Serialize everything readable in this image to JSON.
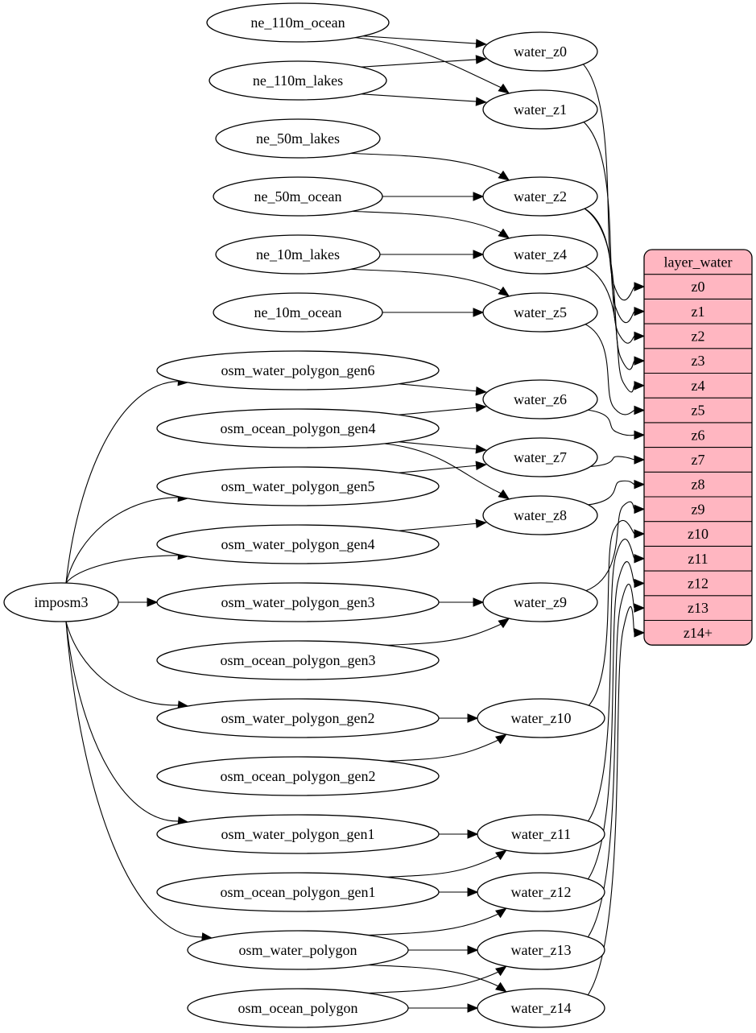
{
  "diagram": {
    "colors": {
      "stroke": "#000000",
      "node_fill": "#ffffff",
      "record_fill": "#ffb6c1"
    },
    "nodes": [
      {
        "id": "ne_110m_ocean",
        "label": "ne_110m_ocean"
      },
      {
        "id": "ne_110m_lakes",
        "label": "ne_110m_lakes"
      },
      {
        "id": "ne_50m_lakes",
        "label": "ne_50m_lakes"
      },
      {
        "id": "ne_50m_ocean",
        "label": "ne_50m_ocean"
      },
      {
        "id": "ne_10m_lakes",
        "label": "ne_10m_lakes"
      },
      {
        "id": "ne_10m_ocean",
        "label": "ne_10m_ocean"
      },
      {
        "id": "osm_water_polygon_gen6",
        "label": "osm_water_polygon_gen6"
      },
      {
        "id": "osm_ocean_polygon_gen4",
        "label": "osm_ocean_polygon_gen4"
      },
      {
        "id": "osm_water_polygon_gen5",
        "label": "osm_water_polygon_gen5"
      },
      {
        "id": "osm_water_polygon_gen4",
        "label": "osm_water_polygon_gen4"
      },
      {
        "id": "imposm3",
        "label": "imposm3"
      },
      {
        "id": "osm_water_polygon_gen3",
        "label": "osm_water_polygon_gen3"
      },
      {
        "id": "osm_ocean_polygon_gen3",
        "label": "osm_ocean_polygon_gen3"
      },
      {
        "id": "osm_water_polygon_gen2",
        "label": "osm_water_polygon_gen2"
      },
      {
        "id": "osm_ocean_polygon_gen2",
        "label": "osm_ocean_polygon_gen2"
      },
      {
        "id": "osm_water_polygon_gen1",
        "label": "osm_water_polygon_gen1"
      },
      {
        "id": "osm_ocean_polygon_gen1",
        "label": "osm_ocean_polygon_gen1"
      },
      {
        "id": "osm_water_polygon",
        "label": "osm_water_polygon"
      },
      {
        "id": "osm_ocean_polygon",
        "label": "osm_ocean_polygon"
      },
      {
        "id": "water_z0",
        "label": "water_z0"
      },
      {
        "id": "water_z1",
        "label": "water_z1"
      },
      {
        "id": "water_z2",
        "label": "water_z2"
      },
      {
        "id": "water_z4",
        "label": "water_z4"
      },
      {
        "id": "water_z5",
        "label": "water_z5"
      },
      {
        "id": "water_z6",
        "label": "water_z6"
      },
      {
        "id": "water_z7",
        "label": "water_z7"
      },
      {
        "id": "water_z8",
        "label": "water_z8"
      },
      {
        "id": "water_z9",
        "label": "water_z9"
      },
      {
        "id": "water_z10",
        "label": "water_z10"
      },
      {
        "id": "water_z11",
        "label": "water_z11"
      },
      {
        "id": "water_z12",
        "label": "water_z12"
      },
      {
        "id": "water_z13",
        "label": "water_z13"
      },
      {
        "id": "water_z14",
        "label": "water_z14"
      }
    ],
    "record": {
      "id": "layer_water",
      "title": "layer_water",
      "fields": [
        "z0",
        "z1",
        "z2",
        "z3",
        "z4",
        "z5",
        "z6",
        "z7",
        "z8",
        "z9",
        "z10",
        "z11",
        "z12",
        "z13",
        "z14+"
      ]
    },
    "edges": [
      {
        "from": "ne_110m_ocean",
        "to": "water_z0"
      },
      {
        "from": "ne_110m_ocean",
        "to": "water_z1"
      },
      {
        "from": "ne_110m_lakes",
        "to": "water_z0"
      },
      {
        "from": "ne_110m_lakes",
        "to": "water_z1"
      },
      {
        "from": "ne_50m_lakes",
        "to": "water_z2"
      },
      {
        "from": "ne_50m_ocean",
        "to": "water_z2"
      },
      {
        "from": "ne_50m_ocean",
        "to": "water_z4"
      },
      {
        "from": "ne_10m_lakes",
        "to": "water_z4"
      },
      {
        "from": "ne_10m_lakes",
        "to": "water_z5"
      },
      {
        "from": "ne_10m_ocean",
        "to": "water_z5"
      },
      {
        "from": "osm_water_polygon_gen6",
        "to": "water_z6"
      },
      {
        "from": "osm_ocean_polygon_gen4",
        "to": "water_z6"
      },
      {
        "from": "osm_ocean_polygon_gen4",
        "to": "water_z7"
      },
      {
        "from": "osm_ocean_polygon_gen4",
        "to": "water_z8"
      },
      {
        "from": "osm_water_polygon_gen5",
        "to": "water_z7"
      },
      {
        "from": "osm_water_polygon_gen4",
        "to": "water_z8"
      },
      {
        "from": "osm_water_polygon_gen3",
        "to": "water_z9"
      },
      {
        "from": "osm_ocean_polygon_gen3",
        "to": "water_z9"
      },
      {
        "from": "osm_water_polygon_gen2",
        "to": "water_z10"
      },
      {
        "from": "osm_ocean_polygon_gen2",
        "to": "water_z10"
      },
      {
        "from": "osm_water_polygon_gen1",
        "to": "water_z11"
      },
      {
        "from": "osm_ocean_polygon_gen1",
        "to": "water_z11"
      },
      {
        "from": "osm_ocean_polygon_gen1",
        "to": "water_z12"
      },
      {
        "from": "osm_water_polygon",
        "to": "water_z12"
      },
      {
        "from": "osm_water_polygon",
        "to": "water_z13"
      },
      {
        "from": "osm_water_polygon",
        "to": "water_z14"
      },
      {
        "from": "osm_ocean_polygon",
        "to": "water_z13"
      },
      {
        "from": "osm_ocean_polygon",
        "to": "water_z14"
      },
      {
        "from": "imposm3",
        "to": "osm_water_polygon_gen6"
      },
      {
        "from": "imposm3",
        "to": "osm_water_polygon_gen5"
      },
      {
        "from": "imposm3",
        "to": "osm_water_polygon_gen4"
      },
      {
        "from": "imposm3",
        "to": "osm_water_polygon_gen3"
      },
      {
        "from": "imposm3",
        "to": "osm_water_polygon_gen2"
      },
      {
        "from": "imposm3",
        "to": "osm_water_polygon_gen1"
      },
      {
        "from": "imposm3",
        "to": "osm_water_polygon"
      },
      {
        "from": "water_z0",
        "to": "layer_water.z0"
      },
      {
        "from": "water_z1",
        "to": "layer_water.z1"
      },
      {
        "from": "water_z2",
        "to": "layer_water.z2"
      },
      {
        "from": "water_z2",
        "to": "layer_water.z3"
      },
      {
        "from": "water_z4",
        "to": "layer_water.z4"
      },
      {
        "from": "water_z5",
        "to": "layer_water.z5"
      },
      {
        "from": "water_z6",
        "to": "layer_water.z6"
      },
      {
        "from": "water_z7",
        "to": "layer_water.z7"
      },
      {
        "from": "water_z8",
        "to": "layer_water.z8"
      },
      {
        "from": "water_z9",
        "to": "layer_water.z9"
      },
      {
        "from": "water_z10",
        "to": "layer_water.z10"
      },
      {
        "from": "water_z11",
        "to": "layer_water.z11"
      },
      {
        "from": "water_z12",
        "to": "layer_water.z12"
      },
      {
        "from": "water_z13",
        "to": "layer_water.z13"
      },
      {
        "from": "water_z14",
        "to": "layer_water.z14+"
      }
    ]
  }
}
